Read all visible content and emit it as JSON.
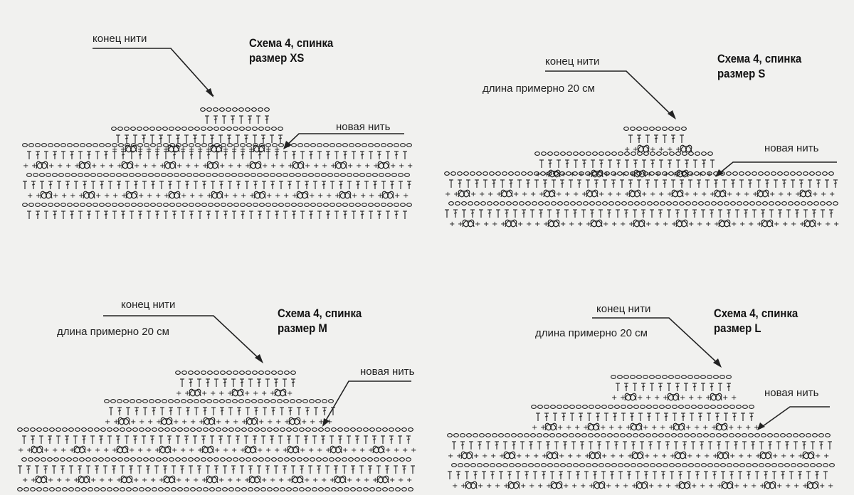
{
  "panels": [
    {
      "title_line1": "Схема 4, спинка",
      "title_line2": "размер XS",
      "end_thread": "конец нити",
      "length": "",
      "new_thread": "новая нить"
    },
    {
      "title_line1": "Схема 4, спинка",
      "title_line2": "размер S",
      "end_thread": "конец нити",
      "length": "длина примерно 20 см",
      "new_thread": "новая нить"
    },
    {
      "title_line1": "Схема 4, спинка",
      "title_line2": "размер M",
      "end_thread": "конец нити",
      "length": "длина примерно 20 см",
      "new_thread": "новая нить"
    },
    {
      "title_line1": "Схема 4, спинка",
      "title_line2": "размер L",
      "end_thread": "конец нити",
      "length": "длина примерно 20 см",
      "new_thread": "новая нить"
    }
  ],
  "colors": {
    "ink": "#1a1a1a",
    "paper": "#f1f1ef"
  },
  "icons": {
    "arrow": "arrow-icon",
    "stitch": "crochet-stitch-icon"
  }
}
